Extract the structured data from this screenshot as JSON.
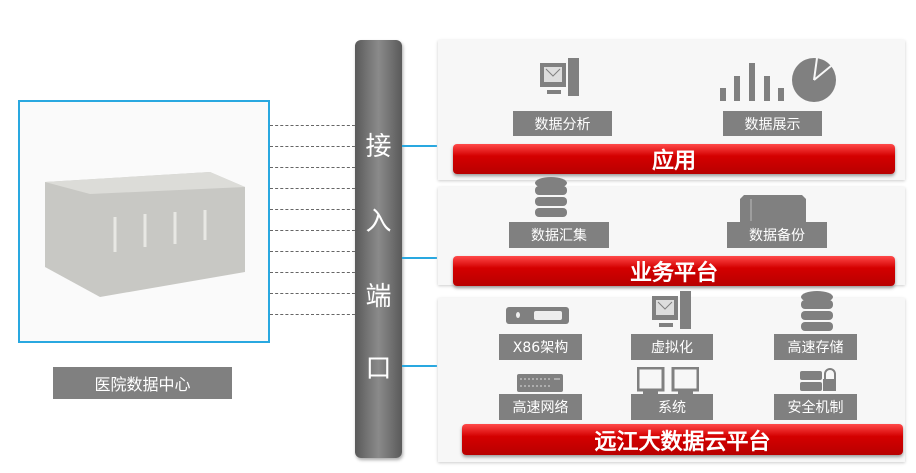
{
  "datacenter": {
    "label": "医院数据中心"
  },
  "access": {
    "chars": [
      "接",
      "入",
      "端",
      "口"
    ]
  },
  "layers": {
    "app": {
      "title": "应用",
      "items": [
        "数据分析",
        "数据展示"
      ]
    },
    "business": {
      "title": "业务平台",
      "items": [
        "数据汇集",
        "数据备份"
      ]
    },
    "cloud": {
      "title": "远江大数据云平台",
      "items": [
        "X86架构",
        "虚拟化",
        "高速存储",
        "高速网络",
        "系统",
        "安全机制"
      ]
    }
  },
  "colors": {
    "red": "#c00000",
    "gray": "#808080",
    "cyan": "#29a8e0"
  }
}
